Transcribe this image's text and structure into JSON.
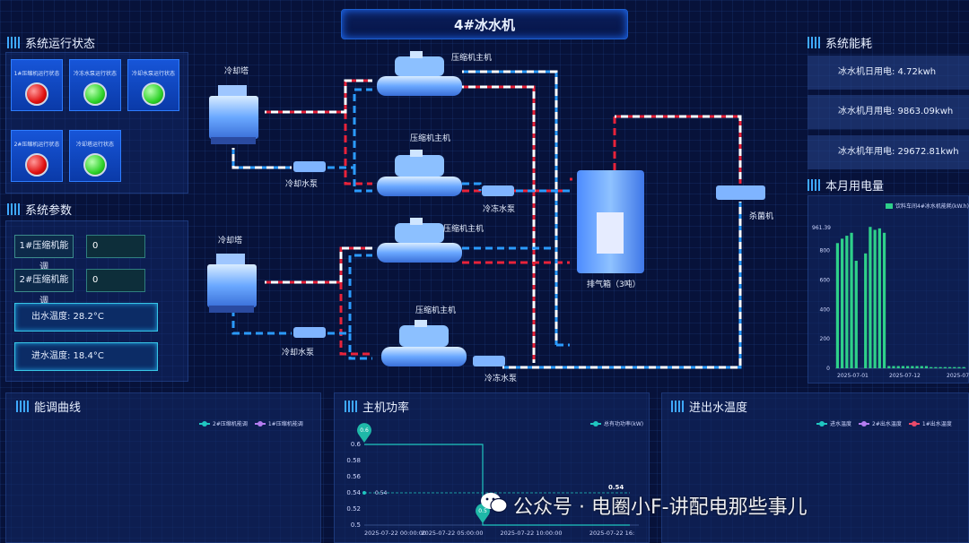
{
  "header": {
    "title": "4#冰水机"
  },
  "left": {
    "status_title": "系统运行状态",
    "status": [
      {
        "label": "1#压缩机运行状态",
        "state": "red"
      },
      {
        "label": "冷冻水泵运行状态",
        "state": "green"
      },
      {
        "label": "冷却水泵运行状态",
        "state": "green"
      },
      {
        "label": "2#压缩机运行状态",
        "state": "red"
      },
      {
        "label": "冷却塔运行状态",
        "state": "green"
      }
    ],
    "params_title": "系统参数",
    "params": [
      {
        "label": "1#压缩机能调",
        "value": "0"
      },
      {
        "label": "2#压缩机能调",
        "value": "0"
      }
    ],
    "out_temp": "出水温度:  28.2°C",
    "in_temp": "进水温度:  18.4°C"
  },
  "diagram": {
    "cooling_tower_1": "冷却塔",
    "cooling_tower_2": "冷却塔",
    "compressor_1": "压缩机主机",
    "compressor_2": "压缩机主机",
    "compressor_3": "压缩机主机",
    "compressor_4": "压缩机主机",
    "cooling_pump_1": "冷却水泵",
    "cooling_pump_2": "冷却水泵",
    "chilled_pump_1": "冷冻水泵",
    "chilled_pump_2": "冷冻水泵",
    "tank": "排气箱（3吨）",
    "sterilizer": "杀菌机"
  },
  "energy": {
    "title": "系统能耗",
    "daily": "冰水机日用电:  4.72kwh",
    "monthly": "冰水机月用电:  9863.09kwh",
    "yearly": "冰水机年用电:  29672.81kwh"
  },
  "monthly_chart": {
    "title": "本月用电量",
    "chart_data": {
      "type": "bar",
      "legend": "饮料车间4#冰水机能耗(kW.h)",
      "y_ticks": [
        "0",
        "200",
        "400",
        "600",
        "800"
      ],
      "ylim": [
        0,
        961.39
      ],
      "max_label": "961.39",
      "x_ticks": [
        "2025-07-01",
        "2025-07-12",
        "2025-07"
      ],
      "values": [
        850,
        880,
        900,
        920,
        730,
        0,
        780,
        960,
        940,
        950,
        920,
        15,
        15,
        15,
        15,
        15,
        15,
        15,
        15,
        15,
        8,
        8,
        8,
        8,
        8,
        8,
        8,
        8
      ]
    }
  },
  "bottom": {
    "energy_curve": {
      "title": "能调曲线",
      "legend": [
        {
          "name": "2#压缩机能调",
          "color": "#20c6c0"
        },
        {
          "name": "1#压缩机能调",
          "color": "#b47cf0"
        }
      ]
    },
    "host_power": {
      "title": "主机功率",
      "legend": {
        "name": "总有功功率(kW)",
        "color": "#20c6c0"
      },
      "chart_data": {
        "type": "line",
        "y_ticks": [
          "0.5",
          "0.52",
          "0.54",
          "0.56",
          "0.58",
          "0.6"
        ],
        "ylim": [
          0.5,
          0.6
        ],
        "x_ticks": [
          "2025-07-22 00:00:00",
          "2025-07-22 05:00:00",
          "2025-07-22 10:00:00",
          "2025-07-22 16:"
        ],
        "max_pin": "0.6",
        "min_pin": "0.5",
        "avg_label": "0.54",
        "end_label": "0.54"
      }
    },
    "temperature": {
      "title": "进出水温度",
      "legend": [
        {
          "name": "进水温度",
          "color": "#20c6c0"
        },
        {
          "name": "2#出水温度",
          "color": "#b47cf0"
        },
        {
          "name": "1#出水温度",
          "color": "#e84a6a"
        }
      ]
    }
  },
  "watermark": "公众号 · 电圈小F-讲配电那些事儿"
}
